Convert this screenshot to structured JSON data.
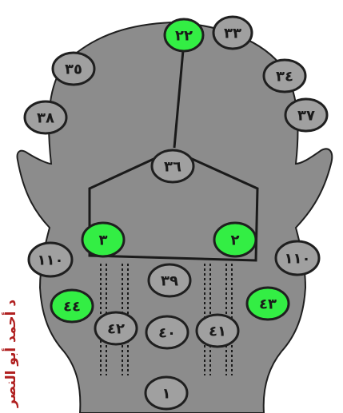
{
  "watermark": "د أحمد أبو النصر",
  "colors": {
    "silhouette": "#8c8c8c",
    "outline": "#1f1f1f",
    "node_fill_grey": "#a0a0a0",
    "node_fill_green": "#33ee44",
    "watermark": "#b02020"
  },
  "nodes": [
    {
      "id": "n22",
      "label": "٢٢",
      "highlight": true
    },
    {
      "id": "n33",
      "label": "٣٣",
      "highlight": false
    },
    {
      "id": "n35",
      "label": "٣٥",
      "highlight": false
    },
    {
      "id": "n34",
      "label": "٣٤",
      "highlight": false
    },
    {
      "id": "n38",
      "label": "٣٨",
      "highlight": false
    },
    {
      "id": "n37",
      "label": "٣٧",
      "highlight": false
    },
    {
      "id": "n36",
      "label": "٣٦",
      "highlight": false
    },
    {
      "id": "n3",
      "label": "٣",
      "highlight": true
    },
    {
      "id": "n2",
      "label": "٢",
      "highlight": true
    },
    {
      "id": "n110l",
      "label": "١١٠",
      "highlight": false
    },
    {
      "id": "n110r",
      "label": "١١٠",
      "highlight": false
    },
    {
      "id": "n39",
      "label": "٣٩",
      "highlight": false
    },
    {
      "id": "n44",
      "label": "٤٤",
      "highlight": true
    },
    {
      "id": "n43",
      "label": "٤٣",
      "highlight": true
    },
    {
      "id": "n42",
      "label": "٤٢",
      "highlight": false
    },
    {
      "id": "n40",
      "label": "٤٠",
      "highlight": false
    },
    {
      "id": "n41",
      "label": "٤١",
      "highlight": false
    },
    {
      "id": "n1",
      "label": "١",
      "highlight": false
    }
  ]
}
